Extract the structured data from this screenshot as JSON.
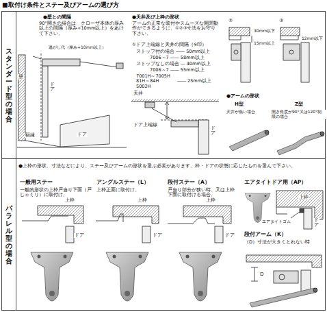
{
  "diagram": {
    "title": "■取付け条件とステー及びアームの選び方",
    "nodes": [
      {
        "text": [
          "スタンダード型の場合"
        ]
      },
      {
        "text": [
          "パラレル型の場合"
        ]
      }
    ],
    "labels": [
      "●壁との間隔",
      "90°開きの場合は、クローザ本体の厚み以上の間隔（厚み+10mm以上）をあけて下さい。",
      "逃がし代（厚み+10mm以上）",
      "壁",
      "ドア",
      "額縁",
      "ドア",
      "●天井及び上枠の形状",
      "アームの正常な取付やスムーズな開閉動作ができるように、①②③寸法をお守り下さい。",
      "①ドア上端線と天井の間隔（※印）",
      "ストップ付の場合 ―― 50mm以上",
      "7006～7 ―― 58mm以上",
      "ストップなしの場合 ― 40mm以上",
      "7006～7 ―― 55mm以上",
      "7001H～7005H 81H～84H 5002H",
      "―― 25mm以上",
      "天井",
      "ドア上端線",
      "ドア",
      "②",
      "30mm以下",
      "15mm以上",
      "③",
      "12mm以下",
      "●アームの形状",
      "H型",
      "Z型",
      "天井が低い場合",
      "開き角度が90°又は120°制限の場合",
      "●上枠の形状、寸法などにより、ステー及びアームの形状を選ぶ必要があります。枠・ドアの状態に応じたものを選んで下さい。",
      "一般用ステー",
      "一般的形状の上枠戸当り下面（戸じゃくり）に取付け。",
      "上枠",
      "ドア",
      "アングルステー（L）",
      "上枠正面に取付け。",
      "上枠",
      "ドア",
      "段付ステー（A）",
      "戸当り部分が狭い時、又は上枠下面に取付ける場合。",
      "上枠",
      "ドア",
      "エアタイトドア用（AP）",
      "上枠",
      "エアタイトゴム",
      "ドア",
      "段付アーム（K）",
      "（D）寸法が大きくとれない時",
      "D"
    ]
  }
}
